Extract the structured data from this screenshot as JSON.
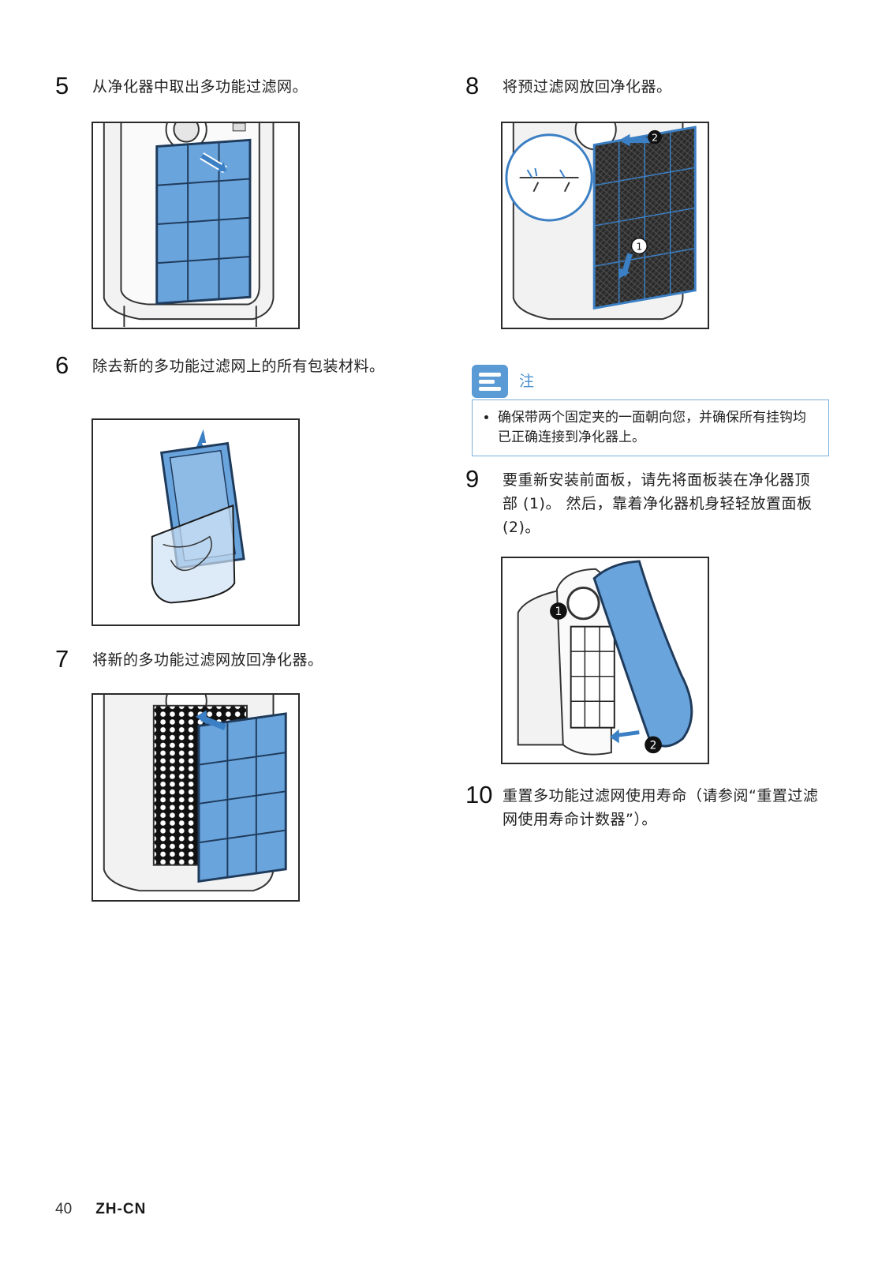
{
  "steps": [
    {
      "num": "5",
      "text": "从净化器中取出多功能过滤网。"
    },
    {
      "num": "6",
      "text": "除去新的多功能过滤网上的所有包装材料。"
    },
    {
      "num": "7",
      "text": "将新的多功能过滤网放回净化器。"
    },
    {
      "num": "8",
      "text": "将预过滤网放回净化器。"
    },
    {
      "num": "9",
      "text": "要重新安装前面板，请先将面板装在净化器顶部 (1)。 然后，靠着净化器机身轻轻放置面板 (2)。"
    },
    {
      "num": "10",
      "text": "重置多功能过滤网使用寿命（请参阅“重置过滤网使用寿命计数器”）。"
    }
  ],
  "note": {
    "title": "注",
    "items": [
      "确保带两个固定夹的一面朝向您，并确保所有挂钩均已正确连接到净化器上。"
    ]
  },
  "figure_labels": {
    "one": "1",
    "two": "2"
  },
  "footer": {
    "page_number": "40",
    "language": "ZH-CN"
  },
  "colors": {
    "filter_blue": "#6aa4dc",
    "accent": "#4a8fcd",
    "outline": "#2a2a2a"
  }
}
